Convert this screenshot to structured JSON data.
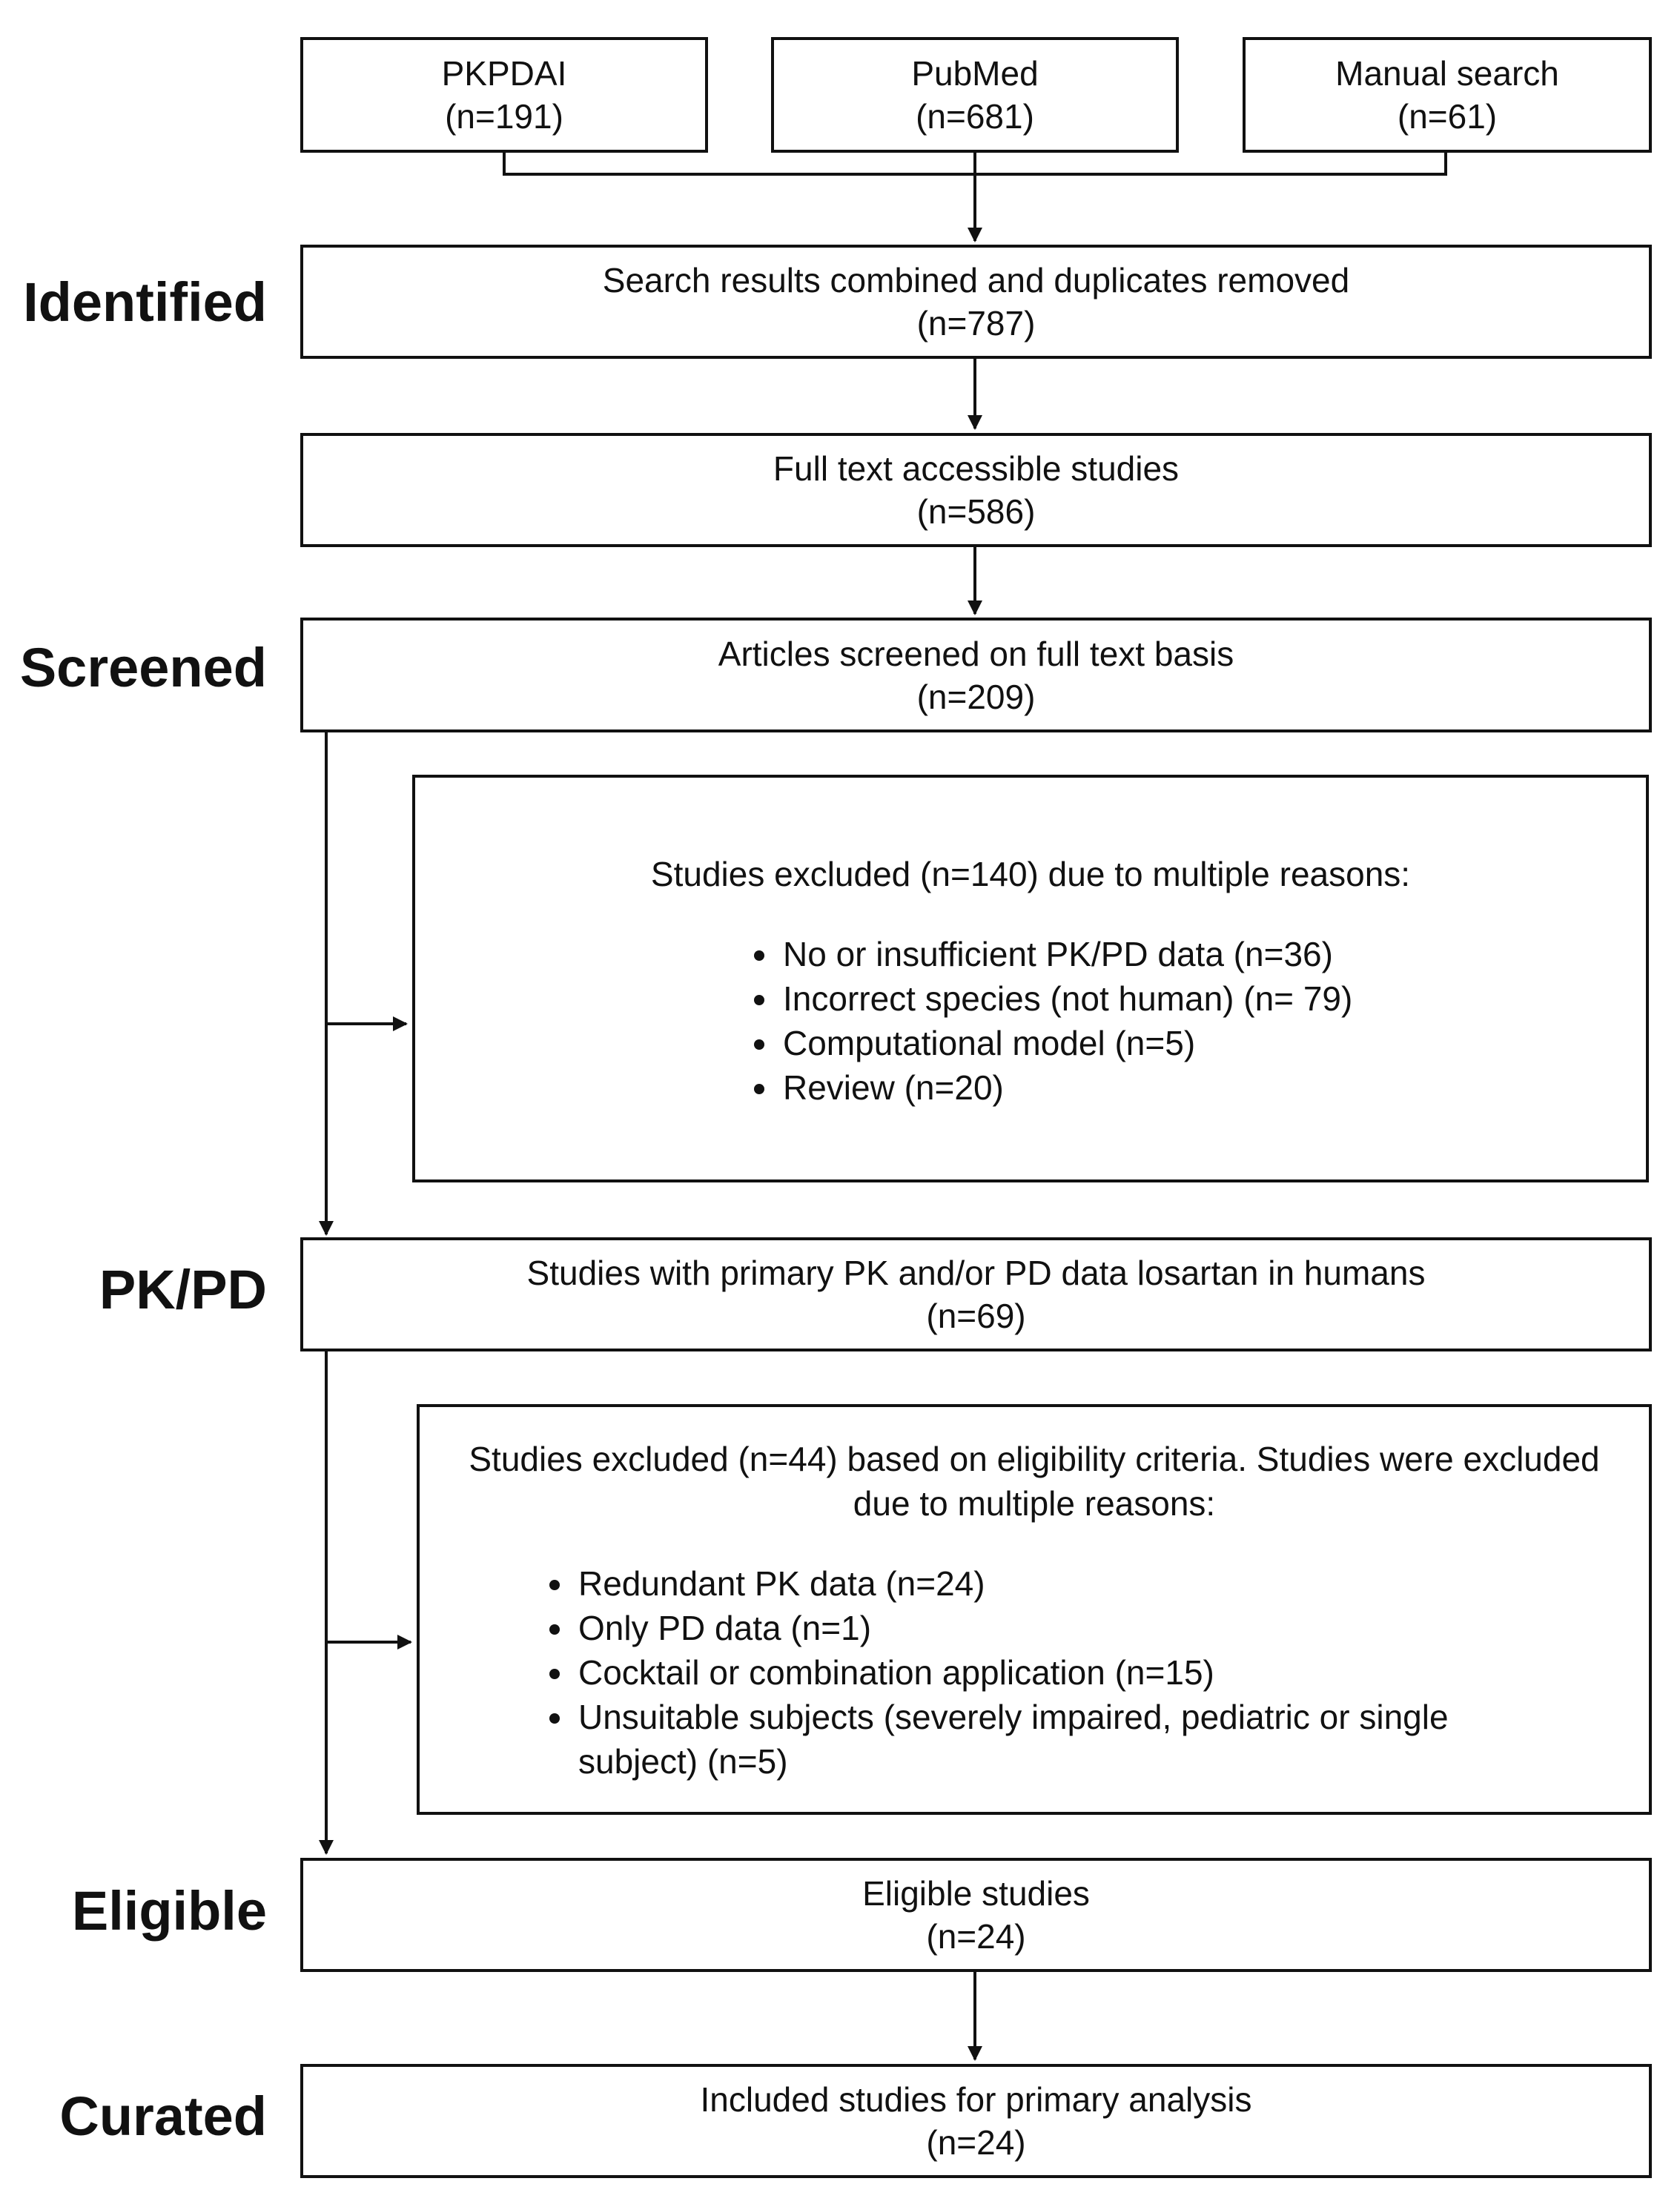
{
  "sources": [
    {
      "name": "PKPDAI",
      "count": "(n=191)"
    },
    {
      "name": "PubMed",
      "count": "(n=681)"
    },
    {
      "name": "Manual search",
      "count": "(n=61)"
    }
  ],
  "stages": {
    "identified": "Identified",
    "screened": "Screened",
    "pkpd": "PK/PD",
    "eligible": "Eligible",
    "curated": "Curated"
  },
  "boxes": {
    "combined": {
      "text": "Search results combined and duplicates removed",
      "count": "(n=787)"
    },
    "fulltext": {
      "text": "Full text accessible studies",
      "count": "(n=586)"
    },
    "screened": {
      "text": "Articles screened on full text basis",
      "count": "(n=209)"
    },
    "pkpd": {
      "text": "Studies with primary PK and/or PD data losartan in humans",
      "count": "(n=69)"
    },
    "eligible": {
      "text": "Eligible studies",
      "count": "(n=24)"
    },
    "included": {
      "text": "Included studies for primary analysis",
      "count": "(n=24)"
    }
  },
  "exclusion1": {
    "heading": "Studies excluded (n=140)  due to multiple reasons:",
    "items": [
      "No or insufficient PK/PD data (n=36)",
      "Incorrect species (not human) (n= 79)",
      "Computational model (n=5)",
      "Review (n=20)"
    ]
  },
  "exclusion2": {
    "heading": "Studies excluded (n=44) based on eligibility criteria. Studies were excluded due to multiple reasons:",
    "items": [
      "Redundant PK data (n=24)",
      "Only PD data (n=1)",
      "Cocktail or combination application (n=15)",
      "Unsuitable subjects (severely impaired, pediatric or single subject) (n=5)"
    ]
  }
}
